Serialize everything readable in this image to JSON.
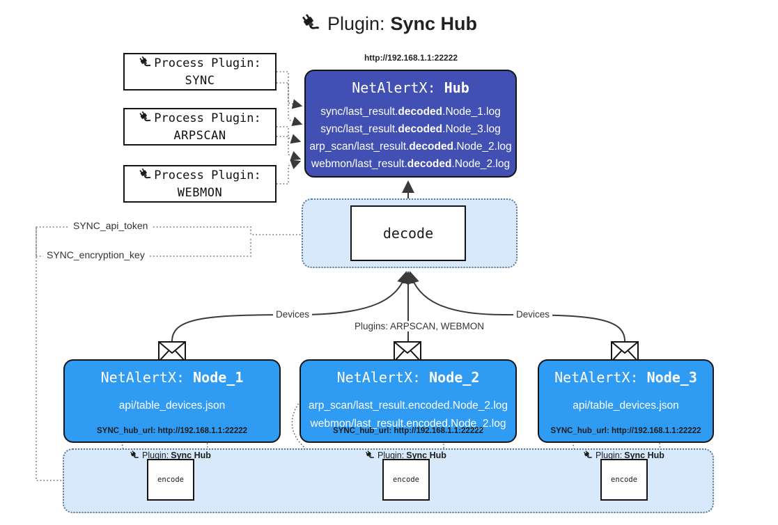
{
  "title": {
    "icon": "plug-icon",
    "prefix": "Plugin:",
    "name": "Sync Hub"
  },
  "hub": {
    "url": "http://192.168.1.1:22222",
    "title_prefix": "NetAlertX:",
    "title_name": "Hub",
    "color": "#4250b4",
    "logs": [
      {
        "pre": "sync/last_result.",
        "em": "decoded",
        "post": ".Node_1.log"
      },
      {
        "pre": "sync/last_result.",
        "em": "decoded",
        "post": ".Node_3.log"
      },
      {
        "pre": "arp_scan/last_result.",
        "em": "decoded",
        "post": ".Node_2.log"
      },
      {
        "pre": "webmon/last_result.",
        "em": "decoded",
        "post": ".Node_2.log"
      }
    ]
  },
  "process_plugins": [
    {
      "icon": "plug-icon",
      "line1": "Process Plugin:",
      "line2": "SYNC"
    },
    {
      "icon": "plug-icon",
      "line1": "Process Plugin:",
      "line2": "ARPSCAN"
    },
    {
      "icon": "plug-icon",
      "line1": "Process Plugin:",
      "line2": "WEBMON"
    }
  ],
  "decode": {
    "label": "decode",
    "container_color": "#d7e9fb"
  },
  "tokens": [
    {
      "label": "SYNC_api_token"
    },
    {
      "label": "SYNC_encryption_key"
    }
  ],
  "edge_labels": {
    "devices_left": "Devices",
    "devices_right": "Devices",
    "plugins_center": "Plugins: ARPSCAN, WEBMON"
  },
  "nodes": [
    {
      "icon": "envelope-icon",
      "title_prefix": "NetAlertX:",
      "title_name": "Node_1",
      "color": "#2f9bf2",
      "lines": [
        "api/table_devices.json"
      ],
      "footer": "SYNC_hub_url: http://192.168.1.1:22222"
    },
    {
      "icon": "envelope-icon",
      "title_prefix": "NetAlertX:",
      "title_name": "Node_2",
      "color": "#2f9bf2",
      "lines": [
        "arp_scan/last_result.encoded.Node_2.log",
        "webmon/last_result.encoded.Node_2.log"
      ],
      "footer": "SYNC_hub_url: http://192.168.1.1:22222"
    },
    {
      "icon": "envelope-icon",
      "title_prefix": "NetAlertX:",
      "title_name": "Node_3",
      "color": "#2f9bf2",
      "lines": [
        "api/table_devices.json"
      ],
      "footer": "SYNC_hub_url: http://192.168.1.1:22222"
    }
  ],
  "encoders": [
    {
      "icon": "plug-icon",
      "label_prefix": "Plugin:",
      "label_name": "Sync Hub",
      "box": "encode"
    },
    {
      "icon": "plug-icon",
      "label_prefix": "Plugin:",
      "label_name": "Sync Hub",
      "box": "encode"
    },
    {
      "icon": "plug-icon",
      "label_prefix": "Plugin:",
      "label_name": "Sync Hub",
      "box": "encode"
    }
  ]
}
